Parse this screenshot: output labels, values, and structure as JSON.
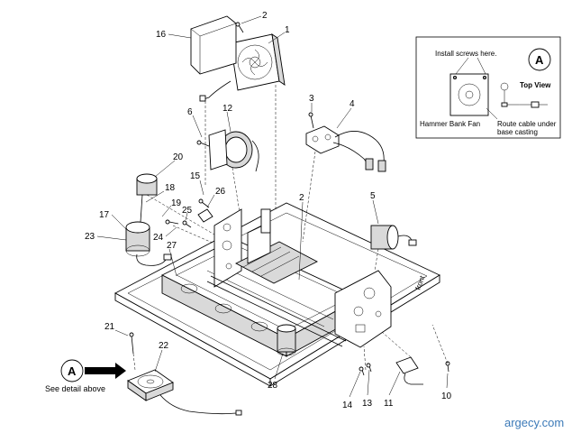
{
  "callouts": {
    "c1": "1",
    "c2a": "2",
    "c2b": "2",
    "c3": "3",
    "c4": "4",
    "c5": "5",
    "c6": "6",
    "c10": "10",
    "c11": "11",
    "c12": "12",
    "c13": "13",
    "c14": "14",
    "c15": "15",
    "c16": "16",
    "c17": "17",
    "c18": "18",
    "c19": "19",
    "c20": "20",
    "c21": "21",
    "c22": "22",
    "c23": "23",
    "c24": "24",
    "c25": "25",
    "c26": "26",
    "c27": "27",
    "c28": "28"
  },
  "inset": {
    "badge": "A",
    "install_screws": "Install screws here.",
    "top_view": "Top View",
    "hammer_bank_fan": "Hammer Bank Fan",
    "route_cable_1": "Route cable under",
    "route_cable_2": "base casting"
  },
  "detail": {
    "badge": "A",
    "see_detail": "See detail above"
  },
  "base_label": "front",
  "watermark": "argecy.com"
}
